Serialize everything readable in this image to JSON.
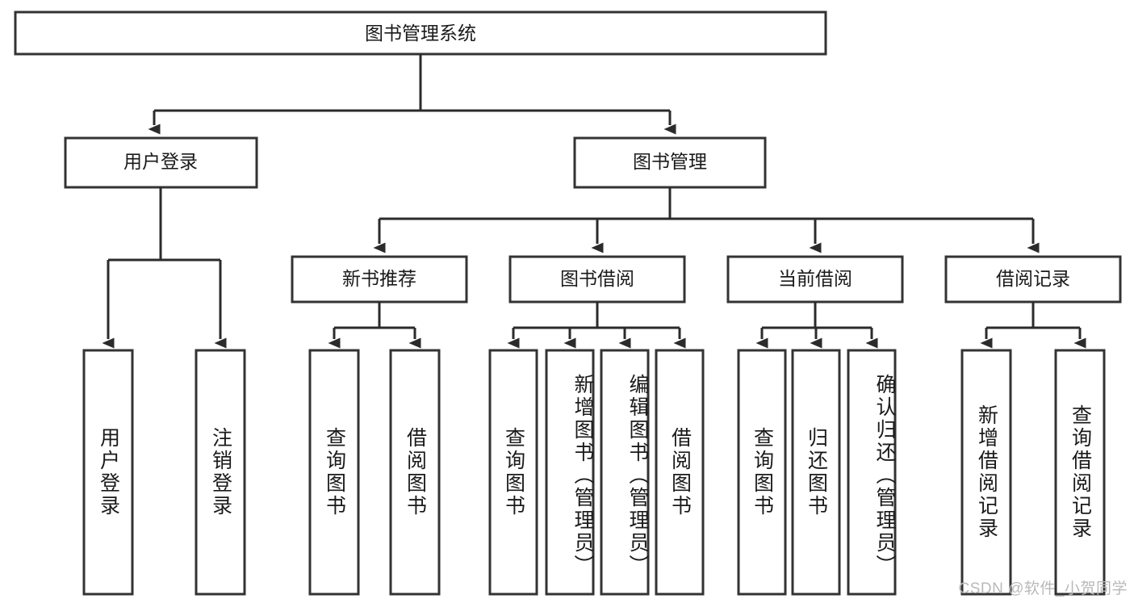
{
  "diagram": {
    "title": "图书管理系统",
    "type": "tree",
    "watermark": "CSDN @软件_小贺同学",
    "colors": {
      "box_stroke": "#333333",
      "box_fill": "#ffffff",
      "connector": "#2b2b2b",
      "text": "#1a1a1a",
      "watermark": "#b9b9b9",
      "background": "#ffffff"
    },
    "root": {
      "label": "图书管理系统"
    },
    "level2": [
      {
        "label": "用户登录"
      },
      {
        "label": "图书管理"
      }
    ],
    "level3": [
      {
        "label": "新书推荐"
      },
      {
        "label": "图书借阅"
      },
      {
        "label": "当前借阅"
      },
      {
        "label": "借阅记录"
      }
    ],
    "leaves": {
      "user_login": [
        {
          "label": "用户登录"
        },
        {
          "label": "注销登录"
        }
      ],
      "new_book": [
        {
          "label": "查询图书"
        },
        {
          "label": "借阅图书"
        }
      ],
      "book_borrow": [
        {
          "label": "查询图书"
        },
        {
          "label": "新增图书（管理员）"
        },
        {
          "label": "编辑图书（管理员）"
        },
        {
          "label": "借阅图书"
        }
      ],
      "current_borrow": [
        {
          "label": "查询图书"
        },
        {
          "label": "归还图书"
        },
        {
          "label": "确认归还（管理员）"
        }
      ],
      "borrow_record": [
        {
          "label": "新增借阅记录"
        },
        {
          "label": "查询借阅记录"
        }
      ]
    }
  }
}
